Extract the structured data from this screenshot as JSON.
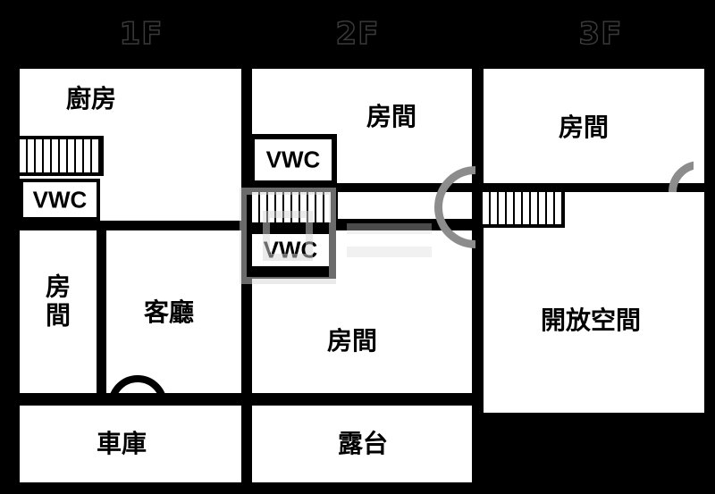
{
  "floors": {
    "f1": "1F",
    "f2": "2F",
    "f3": "3F"
  },
  "rooms": {
    "f1_kitchen": "廚房",
    "f1_wc": "VWC",
    "f1_bedroom": "房間",
    "f1_living": "客廳",
    "f1_garage": "車庫",
    "f2_room_top": "房間",
    "f2_wc_top": "VWC",
    "f2_wc_mid": "VWC",
    "f2_room_bottom": "房間",
    "f2_balcony": "露台",
    "f3_room": "房間",
    "f3_open_space": "開放空間"
  },
  "colors": {
    "wall": "#000000",
    "floor": "#ffffff",
    "door_arc": "#8c8c8c"
  }
}
